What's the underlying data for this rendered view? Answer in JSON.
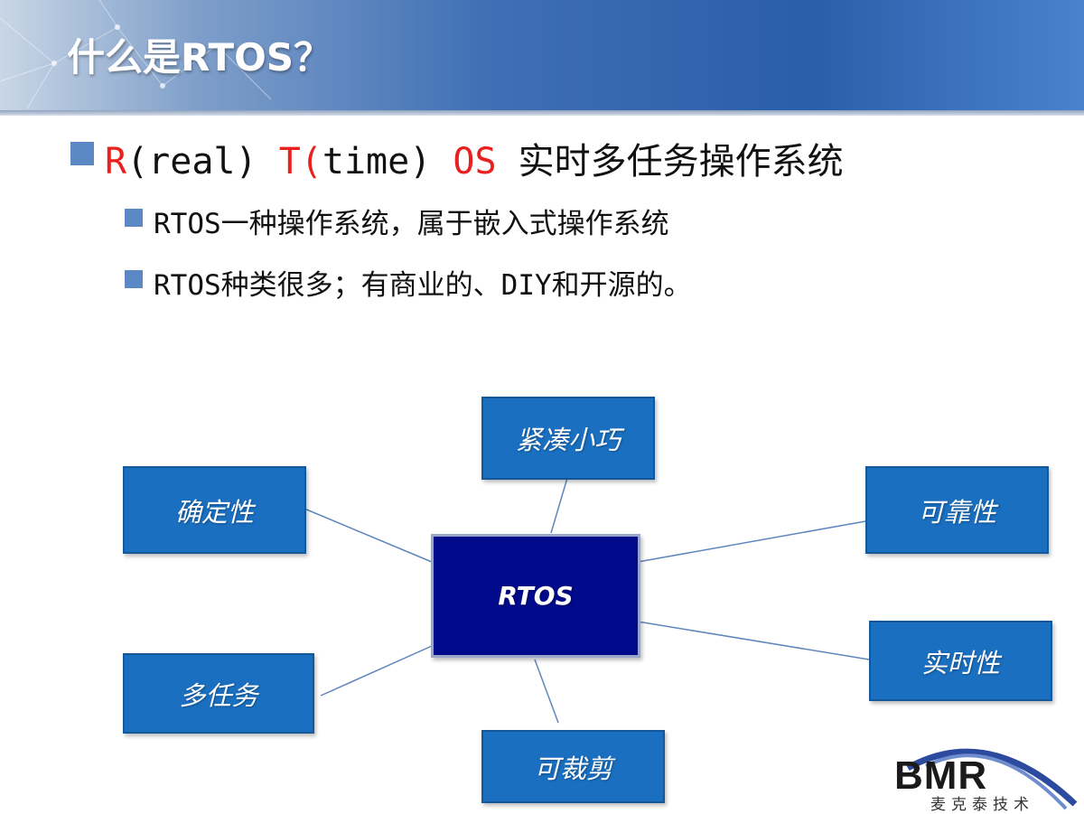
{
  "slide": {
    "title": "什么是RTOS？",
    "bullet1": {
      "r": "R",
      "real": "(real)",
      "t": "T",
      "paren": "(",
      "time": "time)",
      "os": "OS",
      "rest": "实时多任务操作系统"
    },
    "sub_bullets": [
      "RTOS一种操作系统，属于嵌入式操作系统",
      "RTOS种类很多；有商业的、DIY和开源的。"
    ]
  },
  "diagram": {
    "center": "RTOS",
    "nodes": {
      "top": "紧凑小巧",
      "left_top": "确定性",
      "right_top": "可靠性",
      "right_bottom": "实时性",
      "left_bottom": "多任务",
      "bottom": "可裁剪"
    }
  },
  "logo": {
    "text": "BMR",
    "sub": "麦克泰技术"
  },
  "colors": {
    "red": "#e8201e",
    "node_blue": "#1a6fc0",
    "center_navy": "#000a8a",
    "bullet": "#5b87c5"
  }
}
